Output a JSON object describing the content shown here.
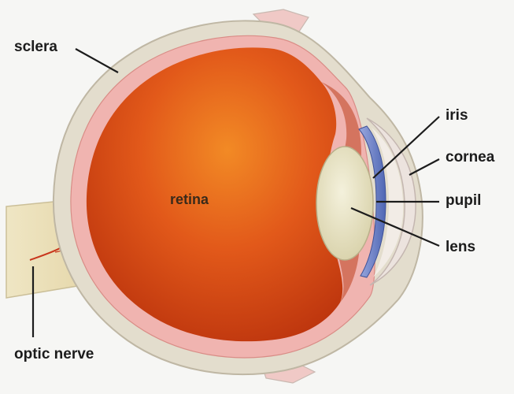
{
  "labels": {
    "sclera": "sclera",
    "retina": "retina",
    "iris": "iris",
    "cornea": "cornea",
    "pupil": "pupil",
    "lens": "lens",
    "optic_nerve": "optic nerve"
  },
  "colors": {
    "background": "#f6f6f4",
    "sclera": "#dcd6c6",
    "choroid_pink": "#f2b5b5",
    "retina_red": "#d9400e",
    "retina_orange": "#f07a1e",
    "lens": "#ece7c8",
    "iris_blue": "#6c84c8",
    "cornea": "#e8e0dc",
    "leader_line": "#1c1c1c"
  }
}
